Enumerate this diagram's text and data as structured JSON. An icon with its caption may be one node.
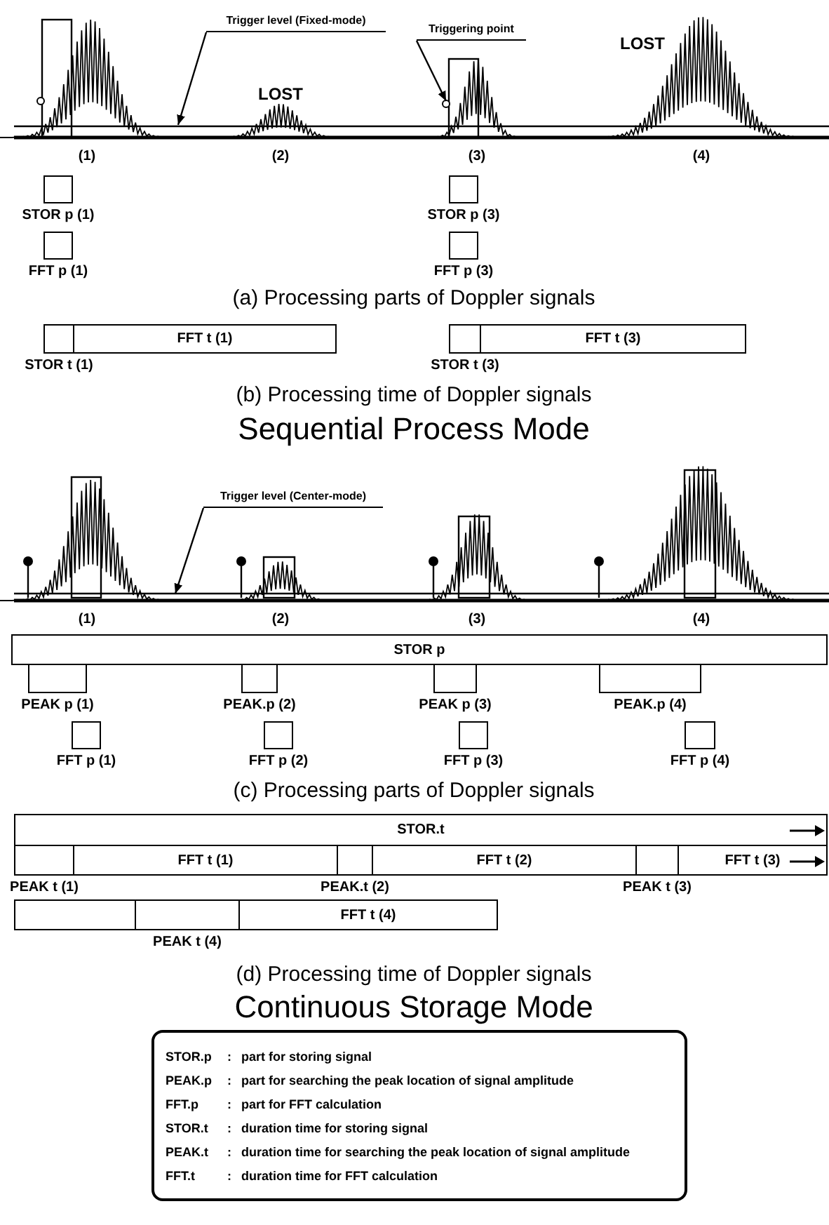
{
  "diagram": {
    "nodes": [
      {
        "text": [
          "Trigger level (Fixed-mode)"
        ]
      },
      {
        "text": [
          "Triggering point"
        ]
      },
      {
        "text": [
          "STOR p (1)"
        ]
      },
      {
        "text": [
          "STOR p (3)"
        ]
      },
      {
        "text": [
          "FFT p (1)"
        ]
      },
      {
        "text": [
          "FFT p (3)"
        ]
      },
      {
        "text": [
          "STOR t (1)"
        ]
      },
      {
        "text": [
          "FFT t (1)"
        ]
      },
      {
        "text": [
          "STOR t (3)"
        ]
      },
      {
        "text": [
          "FFT t (3)"
        ]
      },
      {
        "text": [
          "Trigger level (Center-mode)"
        ]
      },
      {
        "text": [
          "STOR p"
        ]
      },
      {
        "text": [
          "PEAK p (1)"
        ]
      },
      {
        "text": [
          "PEAK.p (2)"
        ]
      },
      {
        "text": [
          "PEAK p (3)"
        ]
      },
      {
        "text": [
          "PEAK.p (4)"
        ]
      },
      {
        "text": [
          "FFT p (1)"
        ]
      },
      {
        "text": [
          "FFT p (2)"
        ]
      },
      {
        "text": [
          "FFT p (3)"
        ]
      },
      {
        "text": [
          "FFT p (4)"
        ]
      },
      {
        "text": [
          "STOR.t"
        ]
      },
      {
        "text": [
          "PEAK t (1)"
        ]
      },
      {
        "text": [
          "FFT t (1)"
        ]
      },
      {
        "text": [
          "PEAK.t (2)"
        ]
      },
      {
        "text": [
          "FFT t (2)"
        ]
      },
      {
        "text": [
          "PEAK t (3)"
        ]
      },
      {
        "text": [
          "FFT t (3)"
        ]
      },
      {
        "text": [],
        "shape": "box"
      },
      {
        "text": [
          "PEAK t (4)"
        ]
      },
      {
        "text": [
          "FFT t (4)"
        ]
      },
      {
        "text": [
          "STOR.p",
          ":",
          "part for storing signal",
          "PEAK.p",
          ":",
          "part for searching the peak location of signal amplitude",
          "FFT.p",
          ":",
          "part for FFT calculation",
          "STOR.t",
          ":",
          "duration time for storing signal",
          "PEAK.t",
          ":",
          "duration time for searching the peak location of signal amplitude",
          "FFT.t",
          ":",
          "duration time for FFT calculation"
        ]
      }
    ],
    "edges": [
      {
        "from": 0,
        "to": null,
        "arrow": "to"
      },
      {
        "from": 1,
        "to": null,
        "arrow": "to"
      },
      {
        "from": 10,
        "to": null,
        "arrow": "to"
      }
    ],
    "labels": [
      "LOST",
      "LOST",
      "(1)",
      "(2)",
      "(3)",
      "(4)",
      "(a) Processing parts of Doppler signals",
      "(b) Processing time of Doppler signals",
      "Sequential Process Mode",
      "(1)",
      "(2)",
      "(3)",
      "(4)",
      "(c) Processing parts of Doppler signals",
      "(d) Processing time of Doppler signals",
      "Continuous Storage Mode"
    ]
  }
}
